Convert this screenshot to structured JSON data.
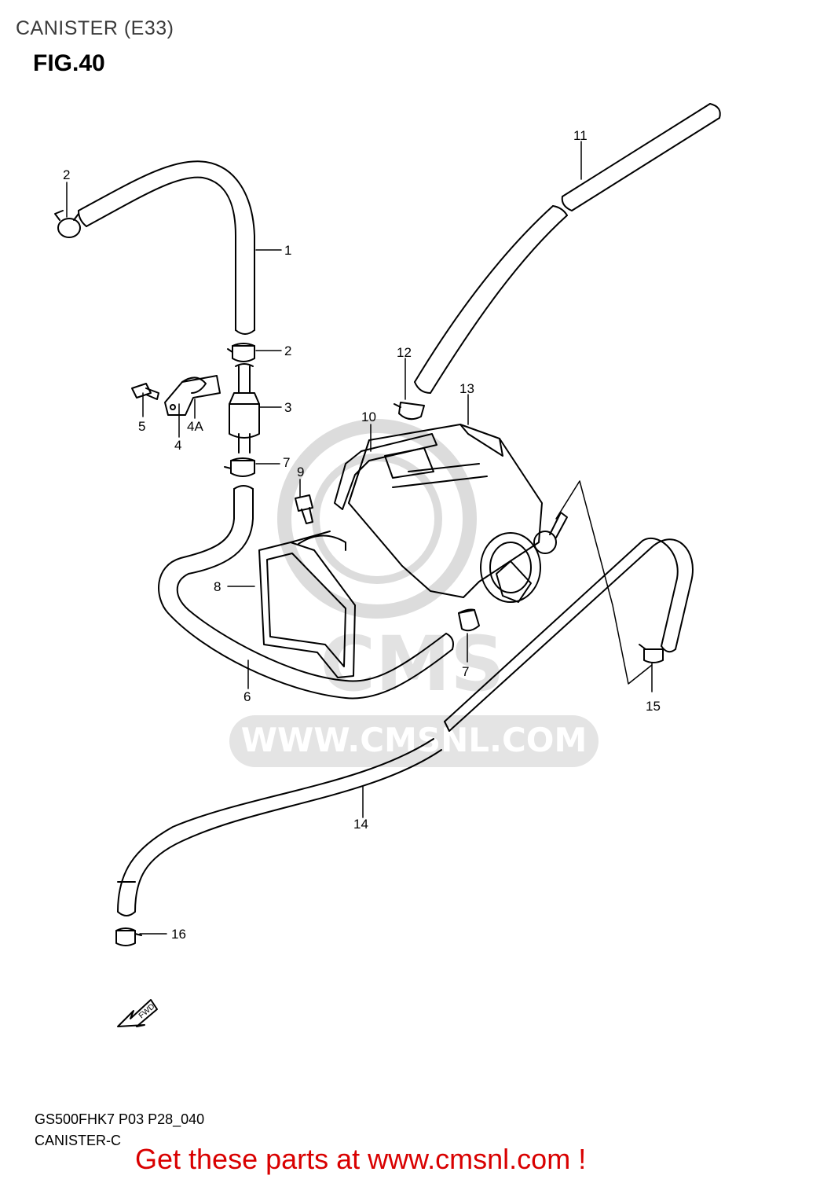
{
  "header": {
    "title": "CANISTER (E33)",
    "figure": "FIG.40"
  },
  "watermark": {
    "text": "WWW.CMSNL.COM",
    "logo_text": "CMS",
    "color": "#d9d9d9"
  },
  "parts": [
    {
      "label": "1",
      "name": "hose"
    },
    {
      "label": "2",
      "name": "clamp"
    },
    {
      "label": "2",
      "name": "clamp"
    },
    {
      "label": "3",
      "name": "fuel filter"
    },
    {
      "label": "4",
      "name": "bracket"
    },
    {
      "label": "4A",
      "name": "bracket"
    },
    {
      "label": "5",
      "name": "bolt"
    },
    {
      "label": "6",
      "name": "hose"
    },
    {
      "label": "7",
      "name": "clamp"
    },
    {
      "label": "7",
      "name": "clamp"
    },
    {
      "label": "8",
      "name": "canister bracket"
    },
    {
      "label": "9",
      "name": "bolt"
    },
    {
      "label": "10",
      "name": "cushion"
    },
    {
      "label": "11",
      "name": "hose"
    },
    {
      "label": "12",
      "name": "clamp"
    },
    {
      "label": "13",
      "name": "canister"
    },
    {
      "label": "14",
      "name": "hose"
    },
    {
      "label": "15",
      "name": "clamp"
    },
    {
      "label": "16",
      "name": "clamp"
    }
  ],
  "fwd_arrow": "FWD",
  "footer": {
    "code_line1": "GS500FHK7 P03 P28_040",
    "code_line2": "CANISTER-C",
    "promo": "Get these parts at www.cmsnl.com !",
    "promo_color": "#d90000"
  }
}
